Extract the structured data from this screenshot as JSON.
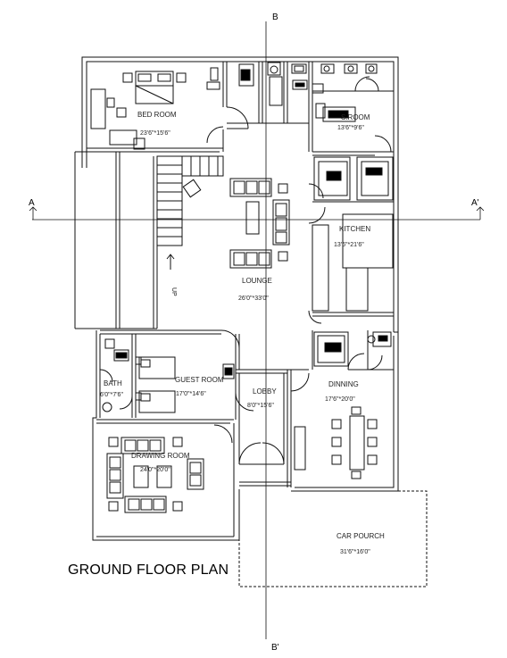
{
  "title": "GROUND FLOOR PLAN",
  "section_markers": {
    "top": "B",
    "bottom": "B'",
    "left": "A",
    "right": "A'"
  },
  "rooms": {
    "bedroom": {
      "name": "BED ROOM",
      "size": "23'6\"*15'6\""
    },
    "servant_room": {
      "name": "S.ROOM",
      "size": "13'6\"*9'6\""
    },
    "kitchen": {
      "name": "KITCHEN",
      "size": "13'6\"*21'6\""
    },
    "lounge": {
      "name": "LOUNGE",
      "size": "26'0\"*33'0\""
    },
    "guest_room": {
      "name": "GUEST ROOM",
      "size": "17'0\"*14'6\""
    },
    "bath": {
      "name": "BATH",
      "size": "6'0\"*7'6\""
    },
    "lobby": {
      "name": "LOBBY",
      "size": "8'0\"*15'6\""
    },
    "dining": {
      "name": "DINNING",
      "size": "17'6\"*20'0\""
    },
    "drawing_room": {
      "name": "DRAWING ROOM",
      "size": "24'0\"*20'0\""
    },
    "car_porch": {
      "name": "CAR POURCH",
      "size": "31'6\"*16'0\""
    }
  },
  "stair_label": "UP"
}
